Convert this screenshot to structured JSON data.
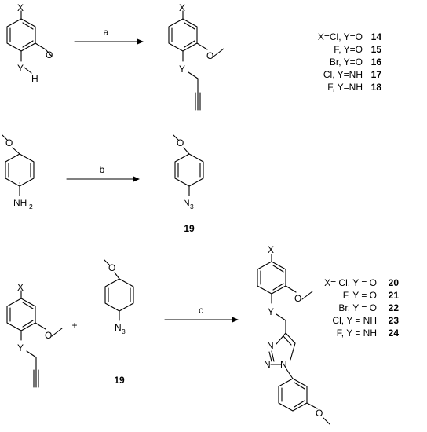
{
  "labels": {
    "x": "X",
    "y": "Y",
    "h": "H",
    "nh": "NH",
    "n": "N",
    "n3_n": "N",
    "n3_sub": "3",
    "nh2_nh": "NH",
    "nh2_sub": "2",
    "plus": "+"
  },
  "reactions": [
    {
      "step": "a"
    },
    {
      "step": "b"
    },
    {
      "step": "c"
    }
  ],
  "compound_19": "19",
  "table1": [
    {
      "desc": "X=Cl, Y=O",
      "num": "14"
    },
    {
      "desc": "F, Y=O",
      "num": "15"
    },
    {
      "desc": "Br, Y=O",
      "num": "16"
    },
    {
      "desc": "Cl, Y=NH",
      "num": "17"
    },
    {
      "desc": "F, Y=NH",
      "num": "18"
    }
  ],
  "table2": [
    {
      "desc": "X= Cl, Y = O",
      "num": "20"
    },
    {
      "desc": "F, Y = O",
      "num": "21"
    },
    {
      "desc": "Br, Y = O",
      "num": "22"
    },
    {
      "desc": "Cl, Y = NH",
      "num": "23"
    },
    {
      "desc": "F, Y = NH",
      "num": "24"
    }
  ]
}
